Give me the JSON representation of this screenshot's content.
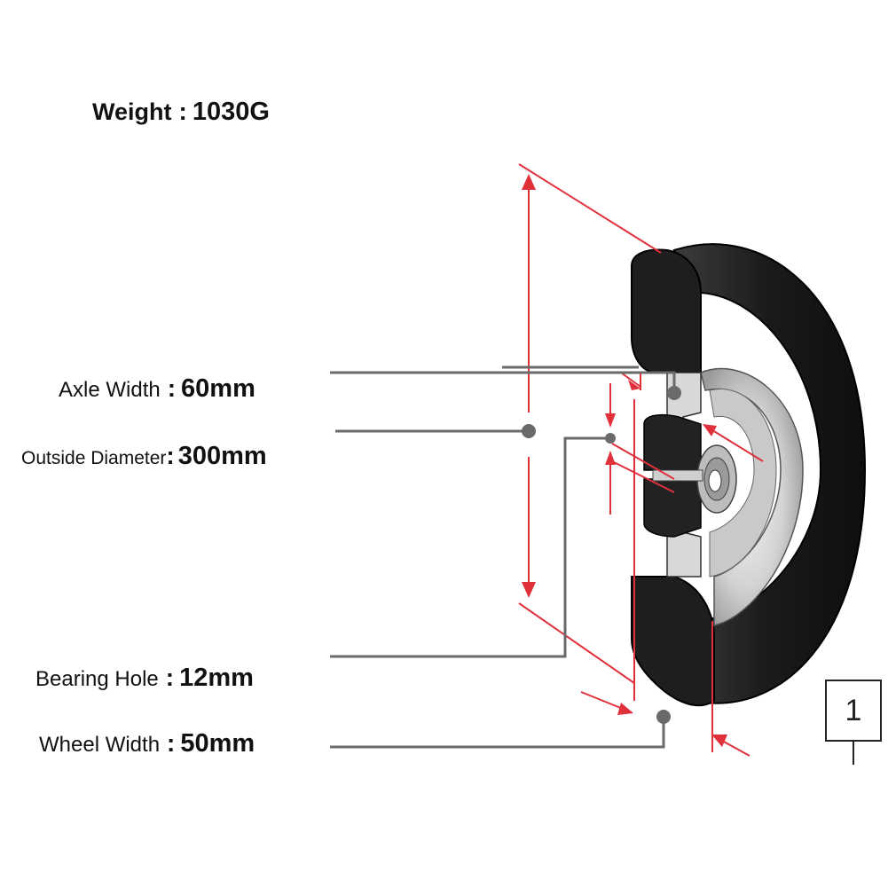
{
  "specs": {
    "weight": {
      "label": "Weight",
      "separator": ":",
      "value": "1030G"
    },
    "axle_width": {
      "label": "Axle Width",
      "separator": ":",
      "value": "60mm"
    },
    "outside_diameter": {
      "label": "Outside Diameter",
      "separator": ":",
      "value": "300mm"
    },
    "bearing_hole": {
      "label": "Bearing Hole",
      "separator": ":",
      "value": "12mm"
    },
    "wheel_width": {
      "label": "Wheel Width",
      "separator": ":",
      "value": "50mm"
    }
  },
  "figure": {
    "number": "1"
  },
  "colors": {
    "dimension_line": "#e0303a",
    "leader_line": "#6a6a6a",
    "tire": "#1c1c1c",
    "tire_highlight": "#3a3a3a",
    "rim": "#d6d6d6",
    "hub": "#8c8c8c",
    "text": "#111111"
  }
}
